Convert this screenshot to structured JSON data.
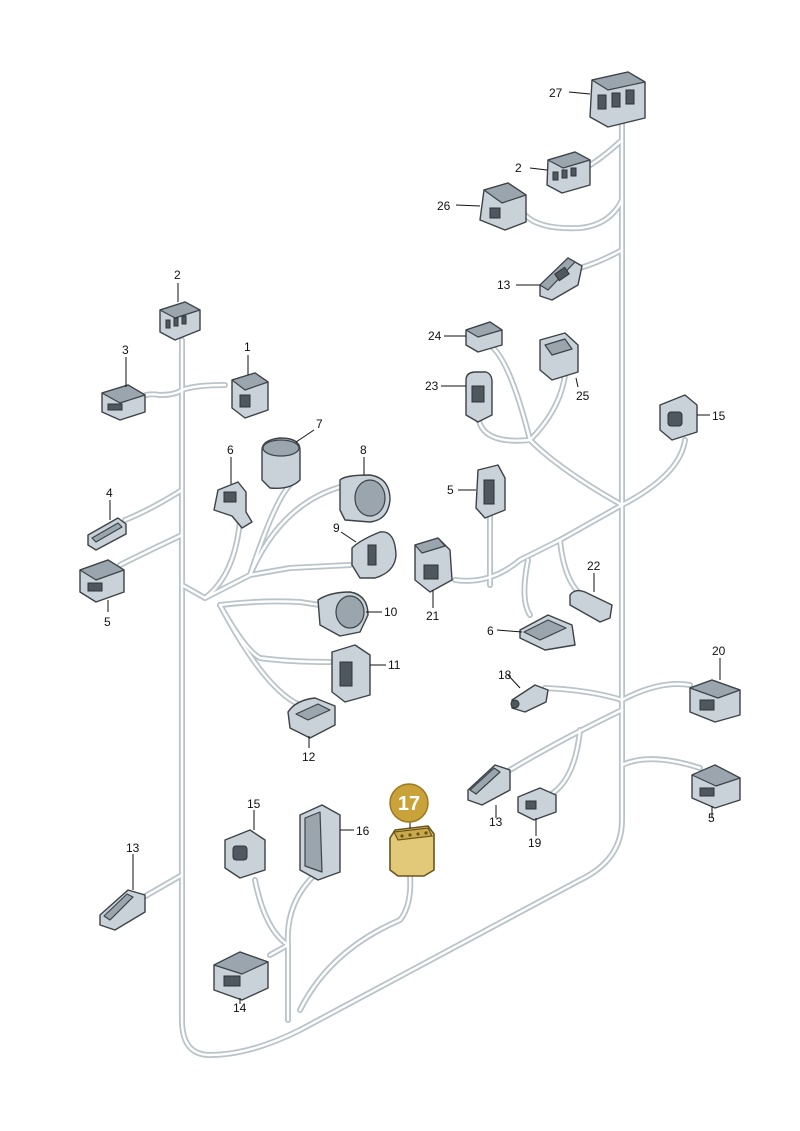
{
  "callouts": {
    "c27": "27",
    "c2a": "2",
    "c26": "26",
    "c13a": "13",
    "c2b": "2",
    "c3": "3",
    "c1": "1",
    "c24": "24",
    "c23": "23",
    "c25": "25",
    "c15a": "15",
    "c7": "7",
    "c6a": "6",
    "c8": "8",
    "c4": "4",
    "c9": "9",
    "c5a": "5",
    "c5b": "5",
    "c21": "21",
    "c22": "22",
    "c6b": "6",
    "c10": "10",
    "c11": "11",
    "c12": "12",
    "c20": "20",
    "c18": "18",
    "c13b": "13",
    "c19": "19",
    "c5c": "5",
    "c15b": "15",
    "c16": "16",
    "c13c": "13",
    "c14": "14"
  },
  "highlight": {
    "number": "17",
    "color": "#c9a23a"
  }
}
